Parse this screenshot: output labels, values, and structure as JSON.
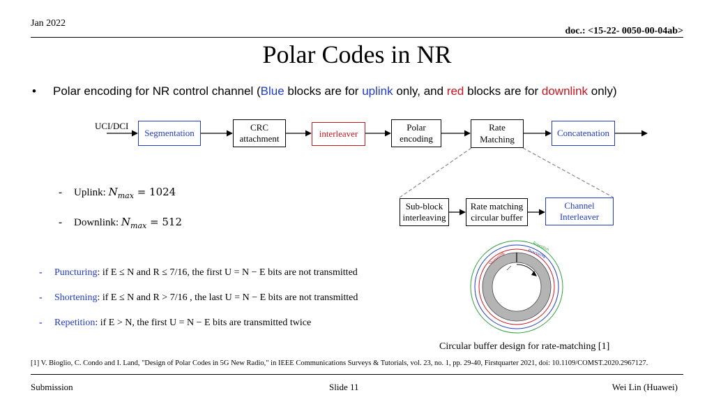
{
  "header": {
    "date": "Jan 2022",
    "doc_id": "doc.: <15-22- 0050-00-04ab>"
  },
  "title": "Polar Codes in NR",
  "bullet": {
    "symbol": "•",
    "part1": "Polar encoding for NR control channel (",
    "blue_word": "Blue",
    "part2": " blocks are for ",
    "uplink_word": "uplink",
    "part3": " only, and ",
    "red_word": "red",
    "part4": " blocks are for ",
    "downlink_word": "downlink",
    "part5": " only)"
  },
  "chain": {
    "input_label": "UCI/DCI",
    "blocks": [
      {
        "label": "Segmentation",
        "role": "uplink",
        "color": "#1f3bc8"
      },
      {
        "label": "CRC\nattachment",
        "role": "common"
      },
      {
        "label": "interleaver",
        "role": "downlink",
        "color": "#c8141e"
      },
      {
        "label": "Polar\nencoding",
        "role": "common"
      },
      {
        "label": "Rate\nMatching",
        "role": "common"
      },
      {
        "label": "Concatenation",
        "role": "uplink",
        "color": "#1f3bc8"
      }
    ],
    "rate_matching_detail": [
      {
        "label": "Sub-block\ninterleaving",
        "role": "common"
      },
      {
        "label": "Rate matching\ncircular buffer",
        "role": "common"
      },
      {
        "label": "Channel\nInterleaver",
        "role": "uplink",
        "color": "#1f3bc8"
      }
    ]
  },
  "nmax": {
    "uplink_label": "Uplink: ",
    "uplink_value": "1024",
    "downlink_label": "Downlink: ",
    "downlink_value": "512",
    "symbol": "N",
    "subscript": "max"
  },
  "rules": [
    {
      "name": "Puncturing",
      "text": ": if E ≤ N and R ≤ 7/16, the first U = N − E bits are not transmitted"
    },
    {
      "name": "Shortening",
      "text": ": if E ≤ N and R > 7/16 , the last U = N − E bits are not transmitted"
    },
    {
      "name": "Repetition",
      "text": ": if E > N, the first U = N − E bits are transmitted twice"
    }
  ],
  "circular_buffer": {
    "labels": {
      "repetition": "Repetition",
      "puncturing": "Puncturing",
      "shortening": "Shortening"
    },
    "colors": {
      "repetition": "#2e9e3e",
      "puncturing": "#1f3bc8",
      "shortening": "#c8141e",
      "ring": "#b4b4b4"
    }
  },
  "caption": "Circular buffer design for rate-matching [1]",
  "reference": "[1] V. Bioglio, C. Condo and I. Land, \"Design of Polar Codes in 5G New Radio,\" in IEEE Communications Surveys & Tutorials, vol. 23, no. 1, pp. 29-40, Firstquarter 2021, doi: 10.1109/COMST.2020.2967127.",
  "footer": {
    "left": "Submission",
    "center": "Slide 11",
    "right": "Wei Lin (Huawei)"
  }
}
